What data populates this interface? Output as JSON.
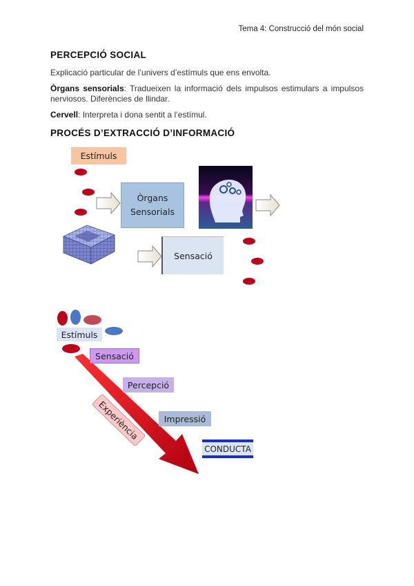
{
  "header": {
    "title": "Tema 4: Construcció del món social"
  },
  "section1": {
    "heading": "PERCEPCIÓ SOCIAL",
    "intro": "Explicació particular de l’univers d’estímuls que ens envolta.",
    "organs_term": "Òrgans sensorials",
    "organs_text": ": Tradueixen la informació dels impulsos estimulars a impulsos nerviosos. Diferències de llindar.",
    "cervell_term": "Cervell",
    "cervell_text": ": Interpreta i dona sentit a l’estímul."
  },
  "section2": {
    "heading": "PROCÉS D’EXTRACCIÓ D’INFORMACIÓ"
  },
  "diagram1": {
    "estimuls": "Estímuls",
    "organs_line1": "Òrgans",
    "organs_line2": "Sensorials",
    "sensacio": "Sensació",
    "colors": {
      "estimuls_box": "#f8c5a0",
      "organs_box": "#a9c2e0",
      "sensacio_box": "#dbe5f2",
      "dot_red": "#c0001a"
    }
  },
  "diagram2": {
    "estimuls": "Estímuls",
    "sensacio": "Sensació",
    "percepcio": "Percepció",
    "experiencia": "Experiència",
    "impressio": "Impressió",
    "conducta": "CONDUCTA",
    "colors": {
      "purple": "#cc99ee",
      "lilac": "#c6b0e8",
      "blue_box": "#aabbd8",
      "pink": "#f9c8c8",
      "arrow_red": "#d40010",
      "conducta_bar": "#1a2ed0"
    }
  }
}
